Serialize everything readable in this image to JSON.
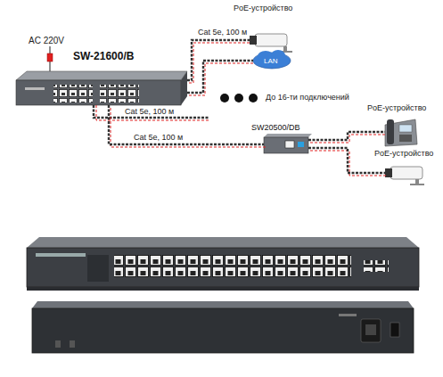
{
  "diagram": {
    "nodes": [
      {
        "text": [
          "SW-21600/B"
        ]
      },
      {
        "text": [
          "PoE-устройство"
        ]
      },
      {
        "text": [
          "LAN"
        ]
      },
      {
        "text": [
          "SW20500/DB"
        ]
      },
      {
        "text": [
          "PoE-устройство"
        ]
      },
      {
        "text": [
          "PoE-устройство"
        ]
      }
    ],
    "edges": [
      {
        "from": 0,
        "to": 1,
        "arrow": "none",
        "label": "Cat 5e, 100 м"
      },
      {
        "from": 0,
        "to": 2,
        "arrow": "none"
      },
      {
        "from": 0,
        "to": 3,
        "arrow": "none",
        "label": "Cat 5e, 100 м"
      },
      {
        "from": 3,
        "to": 4,
        "arrow": "none"
      },
      {
        "from": 3,
        "to": 5,
        "arrow": "none"
      }
    ],
    "labels": [
      "AC 220V",
      "До 16-ти подключений",
      "Cat 5e, 100 м"
    ]
  }
}
